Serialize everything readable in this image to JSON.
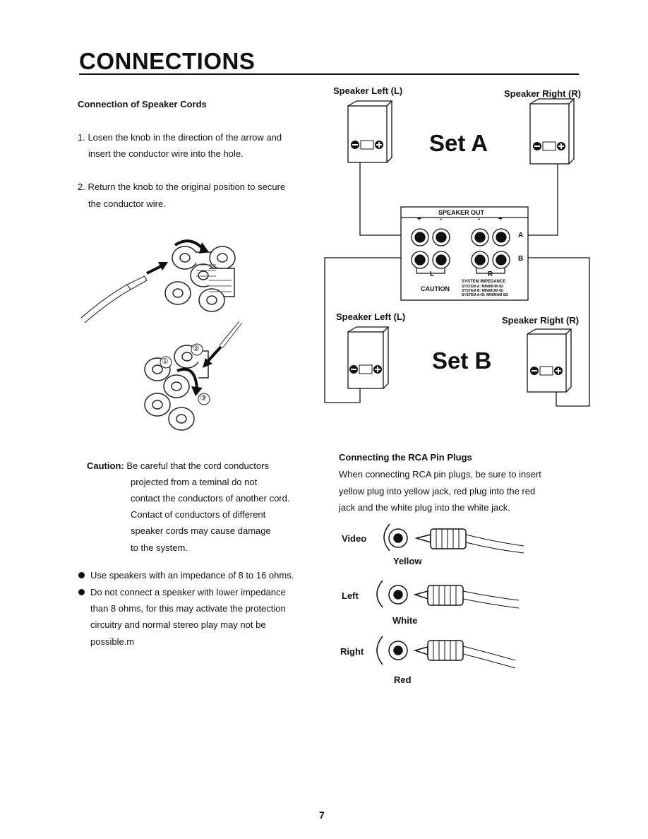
{
  "page": {
    "title": "CONNECTIONS",
    "page_number": "7"
  },
  "speaker_cords": {
    "heading": "Connection of Speaker Cords",
    "step1_line1": "1. Losen the knob in the direction of the arrow and",
    "step1_line2": "insert the conductor wire into the hole.",
    "step2_line1": "2. Return the knob to the original position to secure",
    "step2_line2": "the conductor wire.",
    "callout_1": "①",
    "callout_2": "②",
    "callout_3": "③"
  },
  "caution": {
    "label": "Caution:",
    "line1": "Be careful that the cord conductors",
    "line2": "projected from a teminal do not",
    "line3": "contact the conductors of another cord.",
    "line4": "Contact of conductors of different",
    "line5": "speaker cords may cause damage",
    "line6": "to the system."
  },
  "bullets": {
    "b1": "Use speakers with an impedance of 8 to 16 ohms.",
    "b2_line1": "Do not connect a speaker with lower impedance",
    "b2_line2": "than 8 ohms, for this may activate the protection",
    "b2_line3": "circuitry and normal stereo play may not be",
    "b2_line4": "possible.m"
  },
  "diagram": {
    "set_a": "Set A",
    "set_b": "Set B",
    "speaker_left_a": "Speaker Left (L)",
    "speaker_right_a": "Speaker Right (R)",
    "speaker_left_b": "Speaker Left (L)",
    "speaker_right_b": "Speaker Right (R)",
    "panel_title": "SPEAKER OUT",
    "row_a": "A",
    "row_b": "B",
    "bracket_l": "L",
    "bracket_r": "R",
    "plus": "+",
    "minus": "-",
    "caution": "CAUTION",
    "impedance_title": "SYSTEM IMPEDANCE",
    "imp_a": "SYSTEM A:",
    "imp_a_val": "MINIMUM 4Ω",
    "imp_b": "SYSTEM B:",
    "imp_b_val": "MINIMUM 4Ω",
    "imp_ab": "SYSTEM A+B:",
    "imp_ab_val": "MINIMUM 8Ω"
  },
  "rca": {
    "heading": "Connecting the RCA Pin Plugs",
    "line1": "When connecting RCA pin plugs, be sure to insert",
    "line2": "yellow plug into yellow jack, red plug into the red",
    "line3": "jack and the white plug into the white jack.",
    "video_label": "Video",
    "video_color": "Yellow",
    "left_label": "Left",
    "left_color": "White",
    "right_label": "Right",
    "right_color": "Red"
  }
}
